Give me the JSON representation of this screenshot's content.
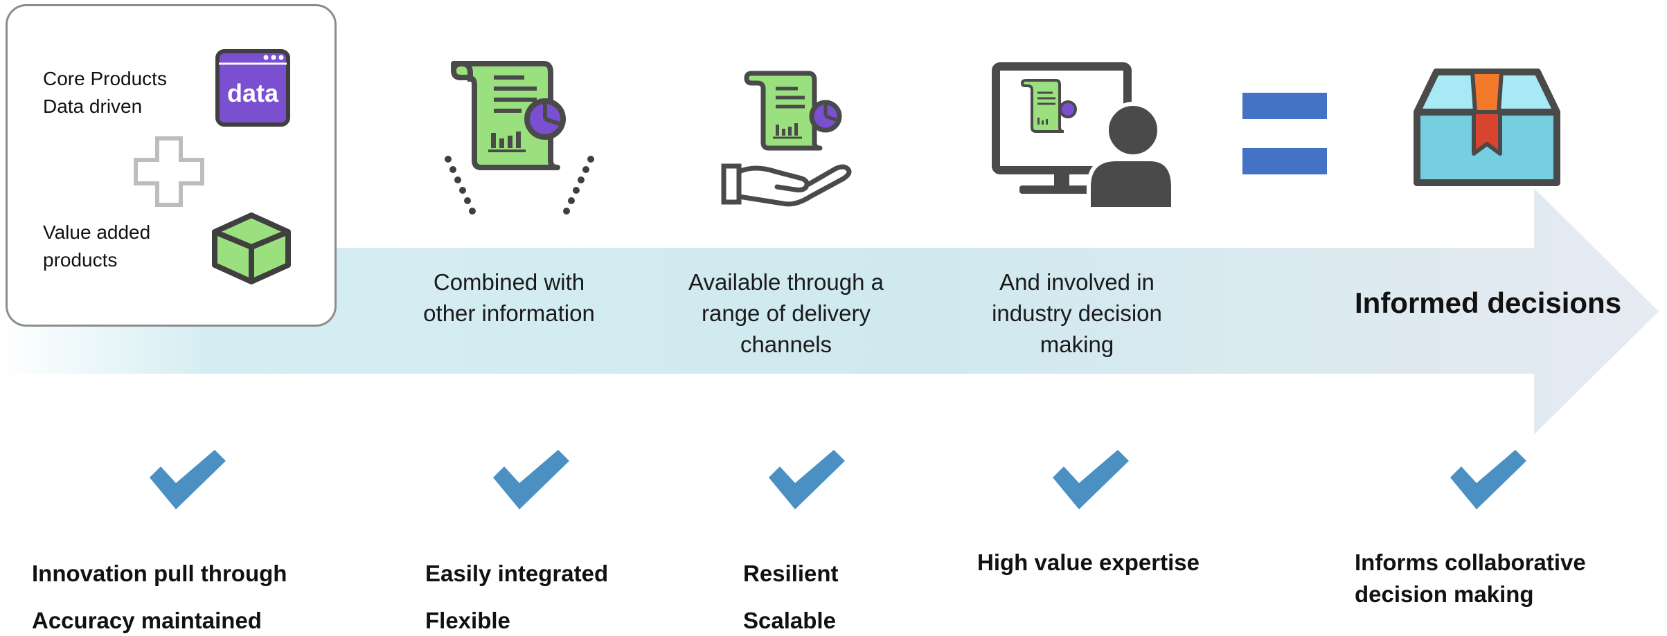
{
  "core": {
    "line1": "Core Products",
    "line2": "Data driven",
    "data_icon_text": "data",
    "value_line1": "Value added",
    "value_line2": "products"
  },
  "stages": [
    {
      "line1": "Combined with",
      "line2": "other information",
      "line3": ""
    },
    {
      "line1": "Available through a",
      "line2": "range of delivery",
      "line3": "channels"
    },
    {
      "line1": "And involved in",
      "line2": "industry decision",
      "line3": "making"
    }
  ],
  "final": {
    "label": "Informed decisions"
  },
  "benefits": [
    {
      "line1": "Innovation pull through",
      "line2": "Accuracy maintained"
    },
    {
      "line1": "Easily integrated",
      "line2": "Flexible"
    },
    {
      "line1": "Resilient",
      "line2": "Scalable"
    },
    {
      "line1": "High value expertise",
      "line2": ""
    },
    {
      "line1": "Informs collaborative",
      "line2": "decision making"
    }
  ],
  "icons": {
    "data": "data-window-icon",
    "plus": "plus-icon",
    "cube": "cube-icon",
    "report": "report-document-icon",
    "hand": "hand-offering-report-icon",
    "monitor": "monitor-with-user-icon",
    "equals": "equals-icon",
    "box": "product-box-icon",
    "check": "checkmark-icon"
  },
  "colors": {
    "accent_blue": "#4472c4",
    "check_blue": "#4a90c2",
    "report_green": "#9be07e",
    "purple": "#7a4fd0",
    "dark_gray": "#4a4a4a",
    "arrow_light": "#d3edf2"
  }
}
